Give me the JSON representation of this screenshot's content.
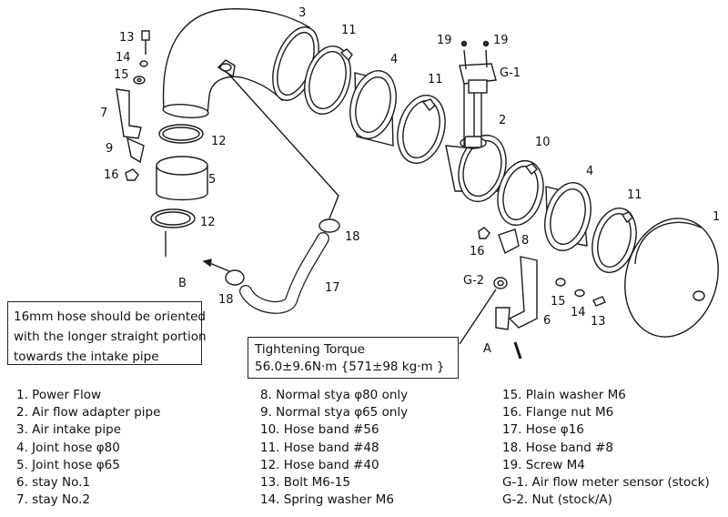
{
  "callouts": {
    "c1": "1",
    "c2": "2",
    "c3": "3",
    "c4a": "4",
    "c4b": "4",
    "c5": "5",
    "c6": "6",
    "c7": "7",
    "c8": "8",
    "c9": "9",
    "c10": "10",
    "c11a": "11",
    "c11b": "11",
    "c11c": "11",
    "c12a": "12",
    "c12b": "12",
    "c13a": "13",
    "c13b": "13",
    "c14a": "14",
    "c14b": "14",
    "c15a": "15",
    "c15b": "15",
    "c16a": "16",
    "c16b": "16",
    "c17": "17",
    "c18a": "18",
    "c18b": "18",
    "c19a": "19",
    "c19b": "19",
    "g1": "G-1",
    "g2": "G-2",
    "a": "A",
    "b": "B"
  },
  "note": {
    "line1": "16mm hose should be oriented",
    "line2": "with the longer straight portion",
    "line3": "towards the intake pipe"
  },
  "torque": {
    "line1": "Tightening Torque",
    "line2": "56.0±9.6N·m {571±98 kg·m }"
  },
  "legend": {
    "col1": [
      "1. Power Flow",
      "2. Air flow adapter pipe",
      "3. Air intake pipe",
      "4. Joint hose  φ80",
      "5. Joint hose  φ65",
      "6. stay  No.1",
      "7. stay  No.2"
    ],
    "col2": [
      "8. Normal stya  φ80  only",
      "9. Normal stya  φ65  only",
      "10. Hose band  #56",
      "11. Hose band  #48",
      "12. Hose band  #40",
      "13. Bolt  M6-15",
      "14. Spring washer  M6"
    ],
    "col3": [
      "15. Plain washer  M6",
      "16. Flange nut  M6",
      "17. Hose  φ16",
      "18. Hose band  #8",
      "19. Screw   M4",
      "G-1. Air flow meter sensor (stock)",
      "G-2. Nut (stock/A)"
    ]
  }
}
